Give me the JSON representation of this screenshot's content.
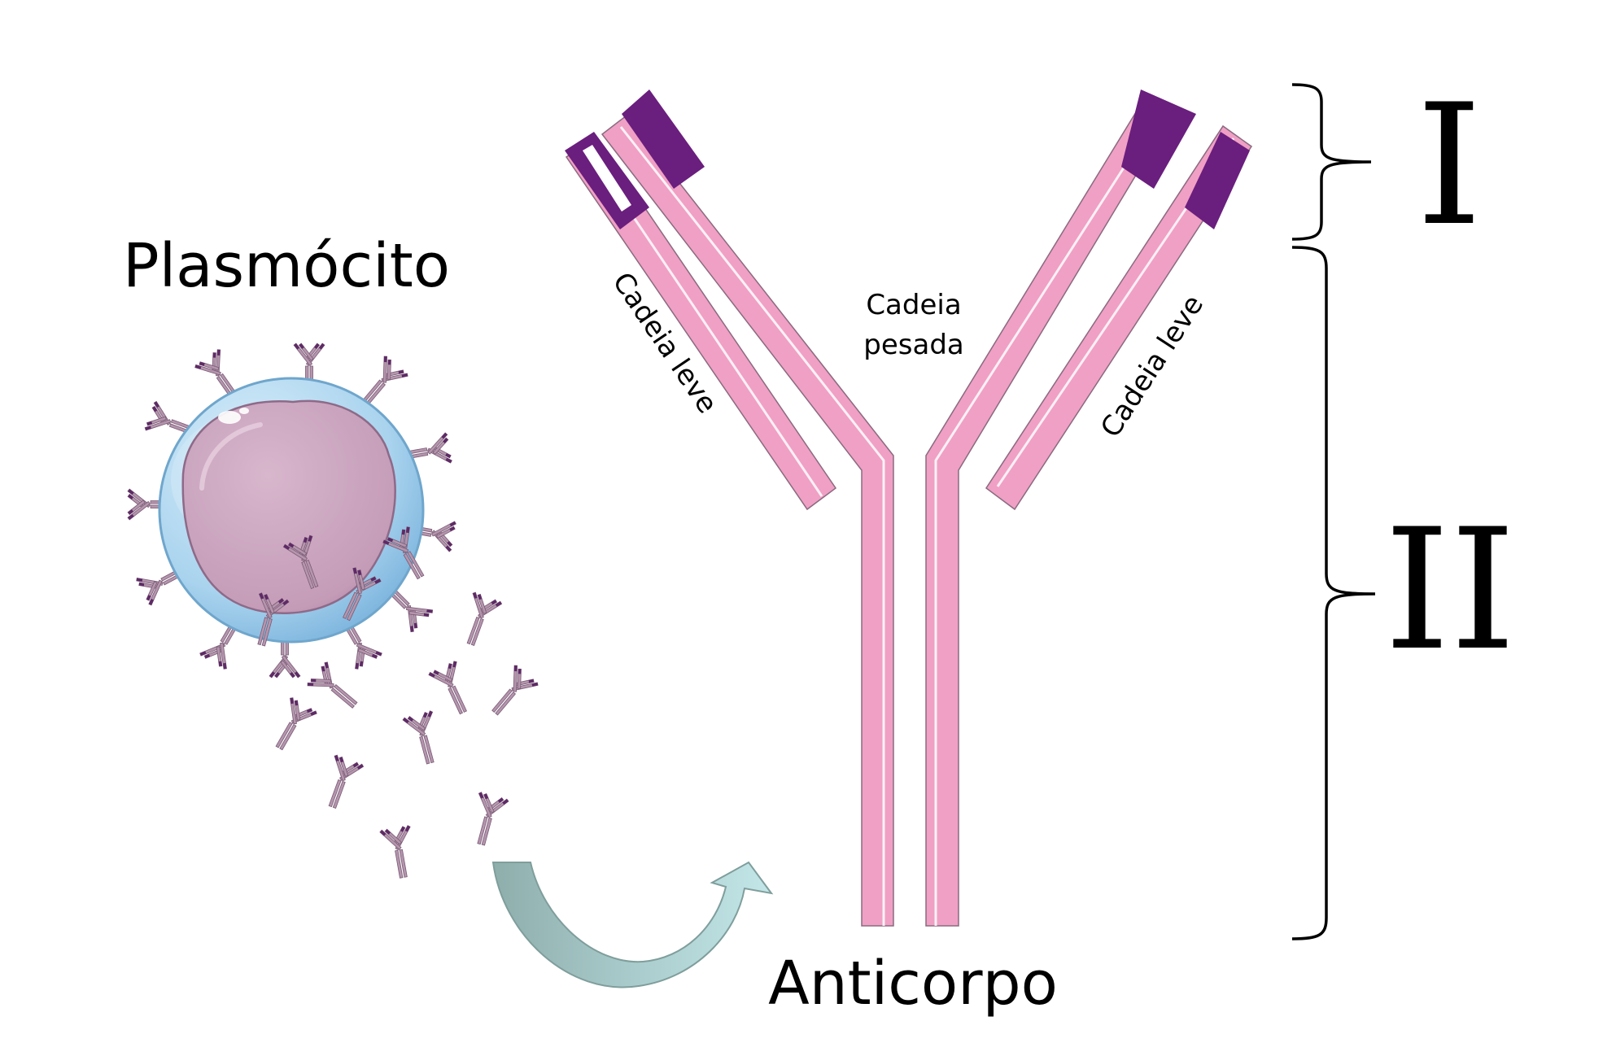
{
  "labels": {
    "cell": "Plasmócito",
    "antibody": "Anticorpo",
    "light_chain_left": "Cadeia leve",
    "light_chain_right": "Cadeia leve",
    "heavy_chain_line1": "Cadeia",
    "heavy_chain_line2": "pesada",
    "region_one": "I",
    "region_two": "II"
  },
  "colors": {
    "chain_pink": "#f0a0c4",
    "variable_purple": "#6a1e7e",
    "cell_membrane": "#a8d4ee",
    "cell_nucleus": "#c9a3be",
    "small_antibody": "#a98aa2",
    "arrow_dark": "#93b3b1",
    "arrow_light": "#bde3e5"
  },
  "icons": {
    "cell": "plasma-cell-icon",
    "arrow": "curved-arrow-icon",
    "small_antibody": "antibody-icon"
  }
}
